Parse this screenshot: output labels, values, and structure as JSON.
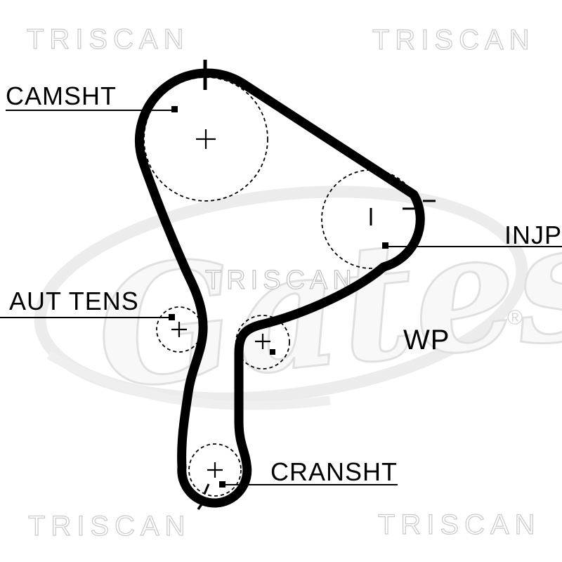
{
  "diagram_type": "timing-belt-routing",
  "labels": {
    "camshaft": "CAMSHT",
    "tensioner": "AUT TENS",
    "injection_pump": "INJP",
    "water_pump": "WP",
    "crankshaft": "CRANSHT"
  },
  "watermark": {
    "brand": "TRISCAN",
    "logo_script": "Gates",
    "registered": "®"
  },
  "colors": {
    "belt": "#000000",
    "label_text": "#000000",
    "watermark_outline": "#c9c9c9",
    "logo_gray": "#e0e0e0",
    "background": "#ffffff"
  }
}
